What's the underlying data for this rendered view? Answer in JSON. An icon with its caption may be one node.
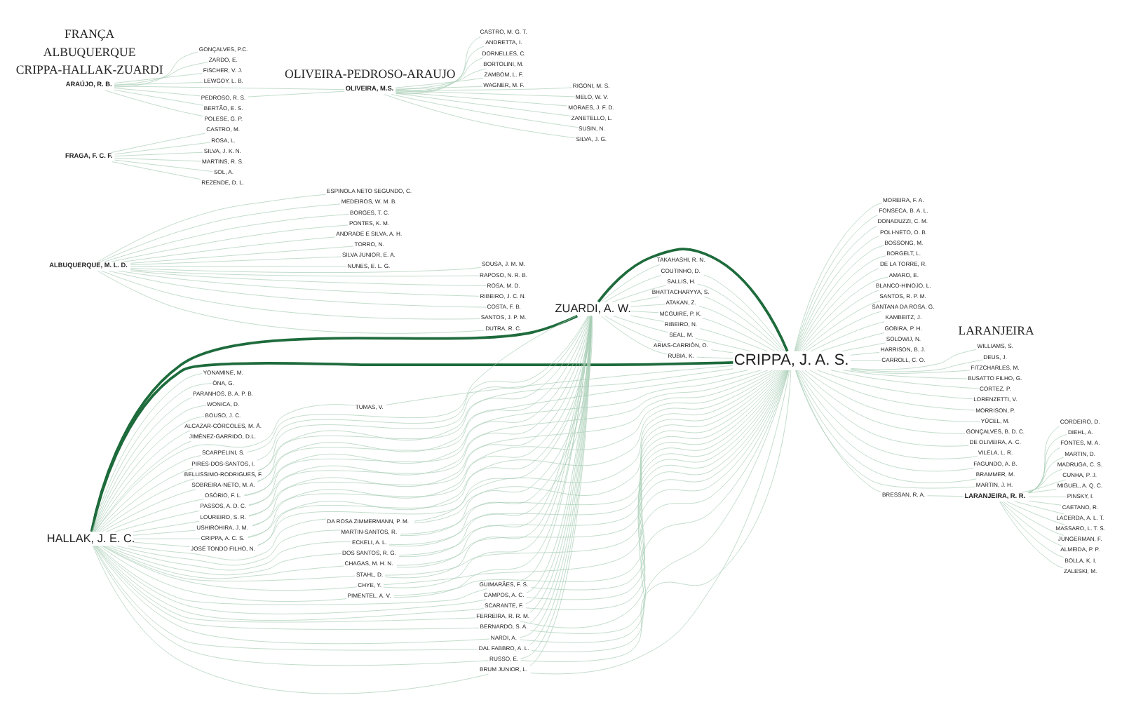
{
  "diagram": {
    "nodes": [
      {
        "text": [
          "HALLAK, J. E. C."
        ]
      },
      {
        "text": [
          "ZUARDI, A. W."
        ]
      },
      {
        "text": [
          "CRIPPA, J. A. S."
        ]
      },
      {
        "text": [
          "YONAMINE, M."
        ]
      },
      {
        "text": [
          "ÓNA, G."
        ]
      },
      {
        "text": [
          "PARANHOS, B. A. P. B."
        ]
      },
      {
        "text": [
          "WONICA, D."
        ]
      },
      {
        "text": [
          "BOUSO, J. C."
        ]
      },
      {
        "text": [
          "ALCAZAR-CÓRCOLES, M. Á."
        ]
      },
      {
        "text": [
          "JIMÉNEZ-GARRIDO, D.L."
        ]
      },
      {
        "text": [
          "TUMAS, V."
        ]
      },
      {
        "text": [
          "MOREIRA, F. A."
        ]
      },
      {
        "text": [
          "SCARPELINI, S."
        ]
      },
      {
        "text": [
          "PIRES-DOS-SANTOS, I."
        ]
      },
      {
        "text": [
          "BELLISSIMO-RODRIGUES, F."
        ]
      },
      {
        "text": [
          "FONSECA, B. A. L."
        ]
      },
      {
        "text": [
          "SOBREIRA-NETO, M. A."
        ]
      },
      {
        "text": [
          "OSÓRIO, F. L."
        ]
      },
      {
        "text": [
          "PASSOS, A. D. C."
        ]
      },
      {
        "text": [
          "DONADUZZI, C. M."
        ]
      },
      {
        "text": [
          "POLI-NETO, O. B."
        ]
      },
      {
        "text": [
          "LOUREIRO, S. R."
        ]
      },
      {
        "text": [
          "USHIROHIRA, J. M."
        ]
      },
      {
        "text": [
          "CRIPPA, A. C. S."
        ]
      },
      {
        "text": [
          "JOSÉ TONDO FILHO, N."
        ]
      },
      {
        "text": [
          "DA ROSA ZIMMERMANN, P. M."
        ]
      },
      {
        "text": [
          "MARTIN-SANTOS, R."
        ]
      },
      {
        "text": [
          "ECKELI, A. L."
        ]
      },
      {
        "text": [
          "DOS SANTOS, R. G."
        ]
      },
      {
        "text": [
          "CHAGAS, M. H. N."
        ]
      },
      {
        "text": [
          "STAHL, D."
        ]
      },
      {
        "text": [
          "CHYE, Y."
        ]
      },
      {
        "text": [
          "PIMENTEL, A. V."
        ]
      },
      {
        "text": [
          "GUIMARÃES, F. S."
        ]
      },
      {
        "text": [
          "CAMPOS, A. C."
        ]
      },
      {
        "text": [
          "SCARANTE, F."
        ]
      },
      {
        "text": [
          "FERREIRA, R. R. M."
        ]
      },
      {
        "text": [
          "BERNARDO, S. A."
        ]
      },
      {
        "text": [
          "TAKAHASHI, R. N."
        ]
      },
      {
        "text": [
          "NARDI, A."
        ]
      },
      {
        "text": [
          "DAL FABBRO, A. L."
        ]
      },
      {
        "text": [
          "RUSSO, E."
        ]
      },
      {
        "text": [
          "BRUM JUNIOR, L."
        ]
      },
      {
        "text": [
          "COUTINHO, D."
        ]
      },
      {
        "text": [
          "SALLIS, H."
        ]
      },
      {
        "text": [
          "BHATTACHARYYA, S."
        ]
      },
      {
        "text": [
          "ATAKAN, Z."
        ]
      },
      {
        "text": [
          "MCGUIRE, P. K."
        ]
      },
      {
        "text": [
          "RIBEIRO, N."
        ]
      },
      {
        "text": [
          "SEAL, M."
        ]
      },
      {
        "text": [
          "ARIAS-CARRIÓN, O."
        ]
      },
      {
        "text": [
          "RUBIA, K."
        ]
      },
      {
        "text": [
          "BOSSONG, M."
        ]
      },
      {
        "text": [
          "BORGELT, L."
        ]
      },
      {
        "text": [
          "DE LA TORRE, R."
        ]
      },
      {
        "text": [
          "AMARO, E."
        ]
      },
      {
        "text": [
          "BLANCO-HINOJO, L."
        ]
      },
      {
        "text": [
          "SANTOS, R. P. M."
        ]
      },
      {
        "text": [
          "SANTANA DA ROSA, G."
        ]
      },
      {
        "text": [
          "KAMBEITZ, J."
        ]
      },
      {
        "text": [
          "GOBIRA, P. H."
        ]
      },
      {
        "text": [
          "SOLOWIJ, N."
        ]
      },
      {
        "text": [
          "HARRISON, B. J."
        ]
      },
      {
        "text": [
          "CARROLL, C. O."
        ]
      },
      {
        "text": [
          "WILLIAMS, S."
        ]
      },
      {
        "text": [
          "DEUS, J."
        ]
      },
      {
        "text": [
          "FITZCHARLES, M."
        ]
      },
      {
        "text": [
          "BUSATTO FILHO, G."
        ]
      },
      {
        "text": [
          "CORTEZ, P."
        ]
      },
      {
        "text": [
          "LORENZETTI, V."
        ]
      },
      {
        "text": [
          "MORRISON, P."
        ]
      },
      {
        "text": [
          "YÜCEL, M."
        ]
      },
      {
        "text": [
          "GONÇALVES, B. D. C."
        ]
      },
      {
        "text": [
          "DE OLIVEIRA, A. C."
        ]
      },
      {
        "text": [
          "VILELA, L. R."
        ]
      },
      {
        "text": [
          "FAGUNDO, A. B."
        ]
      },
      {
        "text": [
          "BRAMMER, M."
        ]
      },
      {
        "text": [
          "MARTIN, J. H."
        ]
      },
      {
        "text": [
          "BRESSAN, R. A."
        ]
      },
      {
        "text": [
          "ALBUQUERQUE, M. L. D."
        ]
      },
      {
        "text": [
          "ESPINOLA NETO SEGUNDO, C."
        ]
      },
      {
        "text": [
          "MEDEIROS, W. M. B."
        ]
      },
      {
        "text": [
          "BORGES, T. C."
        ]
      },
      {
        "text": [
          "PONTES, K. M."
        ]
      },
      {
        "text": [
          "ANDRADE E SILVA, A. H."
        ]
      },
      {
        "text": [
          "TORRO, N."
        ]
      },
      {
        "text": [
          "SILVA JUNIOR, E. A."
        ]
      },
      {
        "text": [
          "NUNES, E. L. G."
        ]
      },
      {
        "text": [
          "SOUSA, J. M. M."
        ]
      },
      {
        "text": [
          "RAPOSO, N. R. B."
        ]
      },
      {
        "text": [
          "ROSA, M. D."
        ]
      },
      {
        "text": [
          "RIBEIRO, J. C. N."
        ]
      },
      {
        "text": [
          "COSTA, F. B."
        ]
      },
      {
        "text": [
          "SANTOS, J. P. M."
        ]
      },
      {
        "text": [
          "DUTRA, R. C."
        ]
      },
      {
        "text": [
          "LARANJEIRA, R. R."
        ]
      },
      {
        "text": [
          "CORDEIRO, D."
        ]
      },
      {
        "text": [
          "DIEHL, A."
        ]
      },
      {
        "text": [
          "FONTES, M. A."
        ]
      },
      {
        "text": [
          "MARTIN, D."
        ]
      },
      {
        "text": [
          "MADRUGA, C. S."
        ]
      },
      {
        "text": [
          "CUNHA, P. J."
        ]
      },
      {
        "text": [
          "MIGUEL, A. Q. C."
        ]
      },
      {
        "text": [
          "PINSKY, I."
        ]
      },
      {
        "text": [
          "CAETANO, R."
        ]
      },
      {
        "text": [
          "LACERDA, A. L. T."
        ]
      },
      {
        "text": [
          "MASSARO, L. T. S."
        ]
      },
      {
        "text": [
          "JUNGERMAN, F."
        ]
      },
      {
        "text": [
          "ALMEIDA, P. P."
        ]
      },
      {
        "text": [
          "BOLLA, K. I."
        ]
      },
      {
        "text": [
          "ZALESKI, M."
        ]
      },
      {
        "text": [
          "CASTRO, M."
        ]
      },
      {
        "text": [
          "ROSA, L."
        ]
      },
      {
        "text": [
          "SILVA, J. K. N."
        ]
      },
      {
        "text": [
          "FRAGA, F. C. F."
        ]
      },
      {
        "text": [
          "MARTINS, R. S."
        ]
      },
      {
        "text": [
          "SOL, A."
        ]
      },
      {
        "text": [
          "REZENDE, D. L."
        ]
      },
      {
        "text": [
          "CASTRO, M. G. T."
        ]
      },
      {
        "text": [
          "ANDRETTA, I."
        ]
      },
      {
        "text": [
          "DORNELLES, C."
        ]
      },
      {
        "text": [
          "BORTOLINI, M."
        ]
      },
      {
        "text": [
          "GONÇALVES, P.C."
        ]
      },
      {
        "text": [
          "ZARDO, E."
        ]
      },
      {
        "text": [
          "FISCHER, V. J."
        ]
      },
      {
        "text": [
          "LEWGOY, L. B."
        ]
      },
      {
        "text": [
          "ARAÚJO, R. B."
        ]
      },
      {
        "text": [
          "ZAMBOM, L. F."
        ]
      },
      {
        "text": [
          "OLIVEIRA, M.S."
        ]
      },
      {
        "text": [
          "WAGNER, M. F."
        ]
      },
      {
        "text": [
          "RIGONI, M. S."
        ]
      },
      {
        "text": [
          "PEDROSO, R. S."
        ]
      },
      {
        "text": [
          "MELO, W. V."
        ]
      },
      {
        "text": [
          "MORAES, J. F. D."
        ]
      },
      {
        "text": [
          "BERTÃO, E. S."
        ]
      },
      {
        "text": [
          "ZANETELLO, L."
        ]
      },
      {
        "text": [
          "SUSIN, N."
        ]
      },
      {
        "text": [
          "POLESE, G. P."
        ]
      },
      {
        "text": [
          "SILVA, J. G."
        ]
      }
    ],
    "edges": [
      {
        "from": 0,
        "to": 1,
        "arrow": "none",
        "style": "thick",
        "color": "#1e6b3c"
      },
      {
        "from": 0,
        "to": 2,
        "arrow": "none",
        "style": "thick",
        "color": "#1e6b3c"
      },
      {
        "from": 1,
        "to": 2,
        "arrow": "none",
        "style": "thick",
        "color": "#1e6b3c"
      },
      {
        "from": 0,
        "to": 3,
        "arrow": "none"
      },
      {
        "from": 0,
        "to": 4,
        "arrow": "none"
      },
      {
        "from": 0,
        "to": 5,
        "arrow": "none"
      },
      {
        "from": 0,
        "to": 6,
        "arrow": "none"
      },
      {
        "from": 0,
        "to": 7,
        "arrow": "none"
      },
      {
        "from": 0,
        "to": 8,
        "arrow": "none"
      },
      {
        "from": 0,
        "to": 9,
        "arrow": "none"
      },
      {
        "from": 0,
        "to": 10,
        "arrow": "none"
      },
      {
        "from": 2,
        "to": 10,
        "arrow": "none"
      },
      {
        "from": 2,
        "to": 11,
        "arrow": "none"
      },
      {
        "from": 0,
        "to": 12,
        "arrow": "none"
      },
      {
        "from": 1,
        "to": 12,
        "arrow": "none"
      },
      {
        "from": 0,
        "to": 13,
        "arrow": "none"
      },
      {
        "from": 1,
        "to": 13,
        "arrow": "none"
      },
      {
        "from": 0,
        "to": 14,
        "arrow": "none"
      },
      {
        "from": 1,
        "to": 14,
        "arrow": "none"
      },
      {
        "from": 2,
        "to": 14,
        "arrow": "none"
      },
      {
        "from": 2,
        "to": 15,
        "arrow": "none"
      },
      {
        "from": 0,
        "to": 16,
        "arrow": "none"
      },
      {
        "from": 1,
        "to": 16,
        "arrow": "none"
      },
      {
        "from": 2,
        "to": 16,
        "arrow": "none"
      },
      {
        "from": 0,
        "to": 17,
        "arrow": "none"
      },
      {
        "from": 1,
        "to": 17,
        "arrow": "none"
      },
      {
        "from": 2,
        "to": 17,
        "arrow": "none"
      },
      {
        "from": 0,
        "to": 18,
        "arrow": "none"
      },
      {
        "from": 1,
        "to": 18,
        "arrow": "none"
      },
      {
        "from": 2,
        "to": 18,
        "arrow": "none"
      },
      {
        "from": 2,
        "to": 19,
        "arrow": "none"
      },
      {
        "from": 2,
        "to": 20,
        "arrow": "none"
      },
      {
        "from": 0,
        "to": 21,
        "arrow": "none"
      },
      {
        "from": 1,
        "to": 21,
        "arrow": "none"
      },
      {
        "from": 2,
        "to": 21,
        "arrow": "none"
      },
      {
        "from": 0,
        "to": 22,
        "arrow": "none"
      },
      {
        "from": 1,
        "to": 22,
        "arrow": "none"
      },
      {
        "from": 2,
        "to": 22,
        "arrow": "none"
      },
      {
        "from": 0,
        "to": 23,
        "arrow": "none"
      },
      {
        "from": 1,
        "to": 23,
        "arrow": "none"
      },
      {
        "from": 2,
        "to": 23,
        "arrow": "none"
      },
      {
        "from": 0,
        "to": 24,
        "arrow": "none"
      },
      {
        "from": 1,
        "to": 24,
        "arrow": "none"
      },
      {
        "from": 2,
        "to": 24,
        "arrow": "none"
      },
      {
        "from": 0,
        "to": 25,
        "arrow": "none"
      },
      {
        "from": 1,
        "to": 25,
        "arrow": "none"
      },
      {
        "from": 2,
        "to": 25,
        "arrow": "none"
      },
      {
        "from": 0,
        "to": 26,
        "arrow": "none"
      },
      {
        "from": 1,
        "to": 26,
        "arrow": "none"
      },
      {
        "from": 2,
        "to": 26,
        "arrow": "none"
      },
      {
        "from": 0,
        "to": 27,
        "arrow": "none"
      },
      {
        "from": 1,
        "to": 27,
        "arrow": "none"
      },
      {
        "from": 2,
        "to": 27,
        "arrow": "none"
      },
      {
        "from": 0,
        "to": 28,
        "arrow": "none"
      },
      {
        "from": 1,
        "to": 28,
        "arrow": "none"
      },
      {
        "from": 2,
        "to": 28,
        "arrow": "none"
      },
      {
        "from": 0,
        "to": 29,
        "arrow": "none"
      },
      {
        "from": 1,
        "to": 29,
        "arrow": "none"
      },
      {
        "from": 2,
        "to": 29,
        "arrow": "none"
      },
      {
        "from": 0,
        "to": 30,
        "arrow": "none"
      },
      {
        "from": 1,
        "to": 30,
        "arrow": "none"
      },
      {
        "from": 2,
        "to": 30,
        "arrow": "none"
      },
      {
        "from": 0,
        "to": 31,
        "arrow": "none"
      },
      {
        "from": 1,
        "to": 31,
        "arrow": "none"
      },
      {
        "from": 2,
        "to": 31,
        "arrow": "none"
      },
      {
        "from": 0,
        "to": 32,
        "arrow": "none"
      },
      {
        "from": 1,
        "to": 32,
        "arrow": "none"
      },
      {
        "from": 2,
        "to": 32,
        "arrow": "none"
      },
      {
        "from": 0,
        "to": 33,
        "arrow": "none"
      },
      {
        "from": 1,
        "to": 33,
        "arrow": "none"
      },
      {
        "from": 2,
        "to": 33,
        "arrow": "none"
      },
      {
        "from": 0,
        "to": 34,
        "arrow": "none"
      },
      {
        "from": 1,
        "to": 34,
        "arrow": "none"
      },
      {
        "from": 2,
        "to": 34,
        "arrow": "none"
      },
      {
        "from": 0,
        "to": 35,
        "arrow": "none"
      },
      {
        "from": 1,
        "to": 35,
        "arrow": "none"
      },
      {
        "from": 2,
        "to": 35,
        "arrow": "none"
      },
      {
        "from": 0,
        "to": 36,
        "arrow": "none"
      },
      {
        "from": 1,
        "to": 36,
        "arrow": "none"
      },
      {
        "from": 2,
        "to": 36,
        "arrow": "none"
      },
      {
        "from": 0,
        "to": 37,
        "arrow": "none"
      },
      {
        "from": 1,
        "to": 37,
        "arrow": "none"
      },
      {
        "from": 2,
        "to": 37,
        "arrow": "none"
      },
      {
        "from": 1,
        "to": 38,
        "arrow": "none"
      },
      {
        "from": 0,
        "to": 39,
        "arrow": "none"
      },
      {
        "from": 1,
        "to": 39,
        "arrow": "none"
      },
      {
        "from": 2,
        "to": 39,
        "arrow": "none"
      },
      {
        "from": 0,
        "to": 40,
        "arrow": "none"
      },
      {
        "from": 1,
        "to": 40,
        "arrow": "none"
      },
      {
        "from": 2,
        "to": 40,
        "arrow": "none"
      },
      {
        "from": 0,
        "to": 41,
        "arrow": "none"
      },
      {
        "from": 1,
        "to": 41,
        "arrow": "none"
      },
      {
        "from": 2,
        "to": 41,
        "arrow": "none"
      },
      {
        "from": 0,
        "to": 42,
        "arrow": "none"
      },
      {
        "from": 1,
        "to": 42,
        "arrow": "none"
      },
      {
        "from": 2,
        "to": 42,
        "arrow": "none"
      },
      {
        "from": 1,
        "to": 43,
        "arrow": "none"
      },
      {
        "from": 2,
        "to": 43,
        "arrow": "none"
      },
      {
        "from": 1,
        "to": 44,
        "arrow": "none"
      },
      {
        "from": 2,
        "to": 44,
        "arrow": "none"
      },
      {
        "from": 1,
        "to": 45,
        "arrow": "none"
      },
      {
        "from": 2,
        "to": 45,
        "arrow": "none"
      },
      {
        "from": 1,
        "to": 46,
        "arrow": "none"
      },
      {
        "from": 2,
        "to": 46,
        "arrow": "none"
      },
      {
        "from": 1,
        "to": 47,
        "arrow": "none"
      },
      {
        "from": 2,
        "to": 47,
        "arrow": "none"
      },
      {
        "from": 1,
        "to": 48,
        "arrow": "none"
      },
      {
        "from": 2,
        "to": 48,
        "arrow": "none"
      },
      {
        "from": 1,
        "to": 49,
        "arrow": "none"
      },
      {
        "from": 2,
        "to": 49,
        "arrow": "none"
      },
      {
        "from": 1,
        "to": 50,
        "arrow": "none"
      },
      {
        "from": 2,
        "to": 50,
        "arrow": "none"
      },
      {
        "from": 1,
        "to": 51,
        "arrow": "none"
      },
      {
        "from": 2,
        "to": 51,
        "arrow": "none"
      },
      {
        "from": 2,
        "to": 52,
        "arrow": "none"
      },
      {
        "from": 2,
        "to": 53,
        "arrow": "none"
      },
      {
        "from": 2,
        "to": 54,
        "arrow": "none"
      },
      {
        "from": 2,
        "to": 55,
        "arrow": "none"
      },
      {
        "from": 2,
        "to": 56,
        "arrow": "none"
      },
      {
        "from": 2,
        "to": 57,
        "arrow": "none"
      },
      {
        "from": 2,
        "to": 58,
        "arrow": "none"
      },
      {
        "from": 2,
        "to": 59,
        "arrow": "none"
      },
      {
        "from": 2,
        "to": 60,
        "arrow": "none"
      },
      {
        "from": 2,
        "to": 61,
        "arrow": "none"
      },
      {
        "from": 2,
        "to": 62,
        "arrow": "none"
      },
      {
        "from": 2,
        "to": 63,
        "arrow": "none"
      },
      {
        "from": 2,
        "to": 64,
        "arrow": "none"
      },
      {
        "from": 2,
        "to": 65,
        "arrow": "none"
      },
      {
        "from": 2,
        "to": 66,
        "arrow": "none"
      },
      {
        "from": 2,
        "to": 67,
        "arrow": "none"
      },
      {
        "from": 2,
        "to": 68,
        "arrow": "none"
      },
      {
        "from": 2,
        "to": 69,
        "arrow": "none"
      },
      {
        "from": 2,
        "to": 70,
        "arrow": "none"
      },
      {
        "from": 2,
        "to": 71,
        "arrow": "none"
      },
      {
        "from": 2,
        "to": 72,
        "arrow": "none"
      },
      {
        "from": 2,
        "to": 73,
        "arrow": "none"
      },
      {
        "from": 2,
        "to": 74,
        "arrow": "none"
      },
      {
        "from": 2,
        "to": 75,
        "arrow": "none"
      },
      {
        "from": 2,
        "to": 76,
        "arrow": "none"
      },
      {
        "from": 2,
        "to": 77,
        "arrow": "none"
      },
      {
        "from": 2,
        "to": 78,
        "arrow": "none"
      },
      {
        "from": 78,
        "to": 95,
        "arrow": "none"
      },
      {
        "from": 79,
        "to": 80,
        "arrow": "none"
      },
      {
        "from": 79,
        "to": 81,
        "arrow": "none"
      },
      {
        "from": 79,
        "to": 82,
        "arrow": "none"
      },
      {
        "from": 79,
        "to": 83,
        "arrow": "none"
      },
      {
        "from": 79,
        "to": 84,
        "arrow": "none"
      },
      {
        "from": 79,
        "to": 85,
        "arrow": "none"
      },
      {
        "from": 79,
        "to": 86,
        "arrow": "none"
      },
      {
        "from": 79,
        "to": 87,
        "arrow": "none"
      },
      {
        "from": 79,
        "to": 88,
        "arrow": "none"
      },
      {
        "from": 79,
        "to": 89,
        "arrow": "none"
      },
      {
        "from": 79,
        "to": 90,
        "arrow": "none"
      },
      {
        "from": 79,
        "to": 91,
        "arrow": "none"
      },
      {
        "from": 79,
        "to": 92,
        "arrow": "none"
      },
      {
        "from": 79,
        "to": 93,
        "arrow": "none"
      },
      {
        "from": 79,
        "to": 94,
        "arrow": "none"
      },
      {
        "from": 95,
        "to": 96,
        "arrow": "none"
      },
      {
        "from": 95,
        "to": 97,
        "arrow": "none"
      },
      {
        "from": 95,
        "to": 98,
        "arrow": "none"
      },
      {
        "from": 95,
        "to": 99,
        "arrow": "none"
      },
      {
        "from": 95,
        "to": 100,
        "arrow": "none"
      },
      {
        "from": 95,
        "to": 101,
        "arrow": "none"
      },
      {
        "from": 95,
        "to": 102,
        "arrow": "none"
      },
      {
        "from": 95,
        "to": 103,
        "arrow": "none"
      },
      {
        "from": 95,
        "to": 104,
        "arrow": "none"
      },
      {
        "from": 95,
        "to": 105,
        "arrow": "none"
      },
      {
        "from": 95,
        "to": 106,
        "arrow": "none"
      },
      {
        "from": 95,
        "to": 107,
        "arrow": "none"
      },
      {
        "from": 95,
        "to": 108,
        "arrow": "none"
      },
      {
        "from": 95,
        "to": 109,
        "arrow": "none"
      },
      {
        "from": 95,
        "to": 110,
        "arrow": "none"
      },
      {
        "from": 114,
        "to": 111,
        "arrow": "none"
      },
      {
        "from": 114,
        "to": 112,
        "arrow": "none"
      },
      {
        "from": 114,
        "to": 113,
        "arrow": "none"
      },
      {
        "from": 114,
        "to": 115,
        "arrow": "none"
      },
      {
        "from": 114,
        "to": 116,
        "arrow": "none"
      },
      {
        "from": 114,
        "to": 117,
        "arrow": "none"
      },
      {
        "from": 126,
        "to": 128,
        "arrow": "none"
      },
      {
        "from": 126,
        "to": 131,
        "arrow": "none"
      },
      {
        "from": 128,
        "to": 131,
        "arrow": "none"
      },
      {
        "from": 126,
        "to": 122,
        "arrow": "none"
      },
      {
        "from": 126,
        "to": 123,
        "arrow": "none"
      },
      {
        "from": 126,
        "to": 124,
        "arrow": "none"
      },
      {
        "from": 126,
        "to": 125,
        "arrow": "none"
      },
      {
        "from": 126,
        "to": 134,
        "arrow": "none"
      },
      {
        "from": 126,
        "to": 137,
        "arrow": "none"
      },
      {
        "from": 128,
        "to": 118,
        "arrow": "none"
      },
      {
        "from": 128,
        "to": 119,
        "arrow": "none"
      },
      {
        "from": 128,
        "to": 120,
        "arrow": "none"
      },
      {
        "from": 128,
        "to": 121,
        "arrow": "none"
      },
      {
        "from": 128,
        "to": 127,
        "arrow": "none"
      },
      {
        "from": 128,
        "to": 129,
        "arrow": "none"
      },
      {
        "from": 128,
        "to": 130,
        "arrow": "none"
      },
      {
        "from": 128,
        "to": 132,
        "arrow": "none"
      },
      {
        "from": 128,
        "to": 133,
        "arrow": "none"
      },
      {
        "from": 128,
        "to": 135,
        "arrow": "none"
      },
      {
        "from": 128,
        "to": 136,
        "arrow": "none"
      },
      {
        "from": 128,
        "to": 138,
        "arrow": "none"
      }
    ],
    "labels": [
      "CRIPPA-HALLAK-ZUARDI",
      "ALBUQUERQUE",
      "LARANJEIRA",
      "FRANÇA",
      "OLIVEIRA-PEDROSO-ARAUJO"
    ]
  }
}
